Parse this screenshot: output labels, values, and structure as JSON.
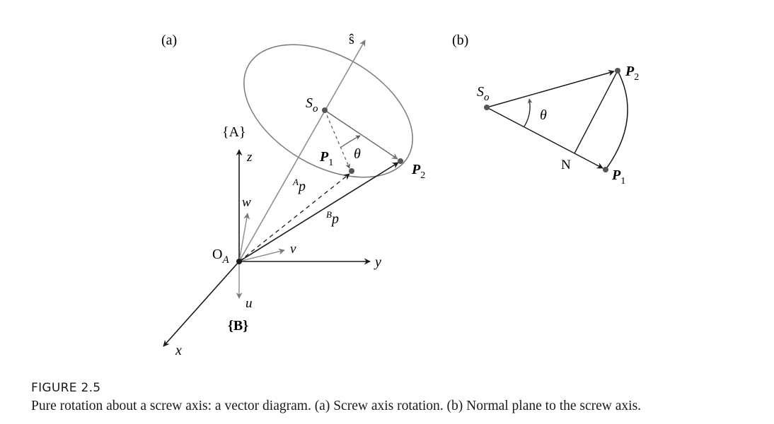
{
  "panel_a": {
    "label": "(a)",
    "screw_axis": "ŝ",
    "so_base": "S",
    "so_sub": "o",
    "frame_a": "{A}",
    "frame_b": "{B}",
    "axis_z": "z",
    "axis_y": "y",
    "axis_x": "x",
    "axis_w": "w",
    "axis_v": "v",
    "axis_u": "u",
    "origin_base": "O",
    "origin_sub": "A",
    "p1_base": "P",
    "p1_sub": "1",
    "p2_base": "P",
    "p2_sub": "2",
    "theta": "θ",
    "ap_sup": "A",
    "ap_base": "p",
    "bp_sup": "B",
    "bp_base": "p"
  },
  "panel_b": {
    "label": "(b)",
    "so_base": "S",
    "so_sub": "o",
    "theta": "θ",
    "n_label": "N",
    "p1_base": "P",
    "p1_sub": "1",
    "p2_base": "P",
    "p2_sub": "2"
  },
  "caption": {
    "title": "FIGURE 2.5",
    "text": "Pure rotation about a screw axis: a vector diagram. (a) Screw axis rotation. (b) Normal plane to the screw axis."
  }
}
